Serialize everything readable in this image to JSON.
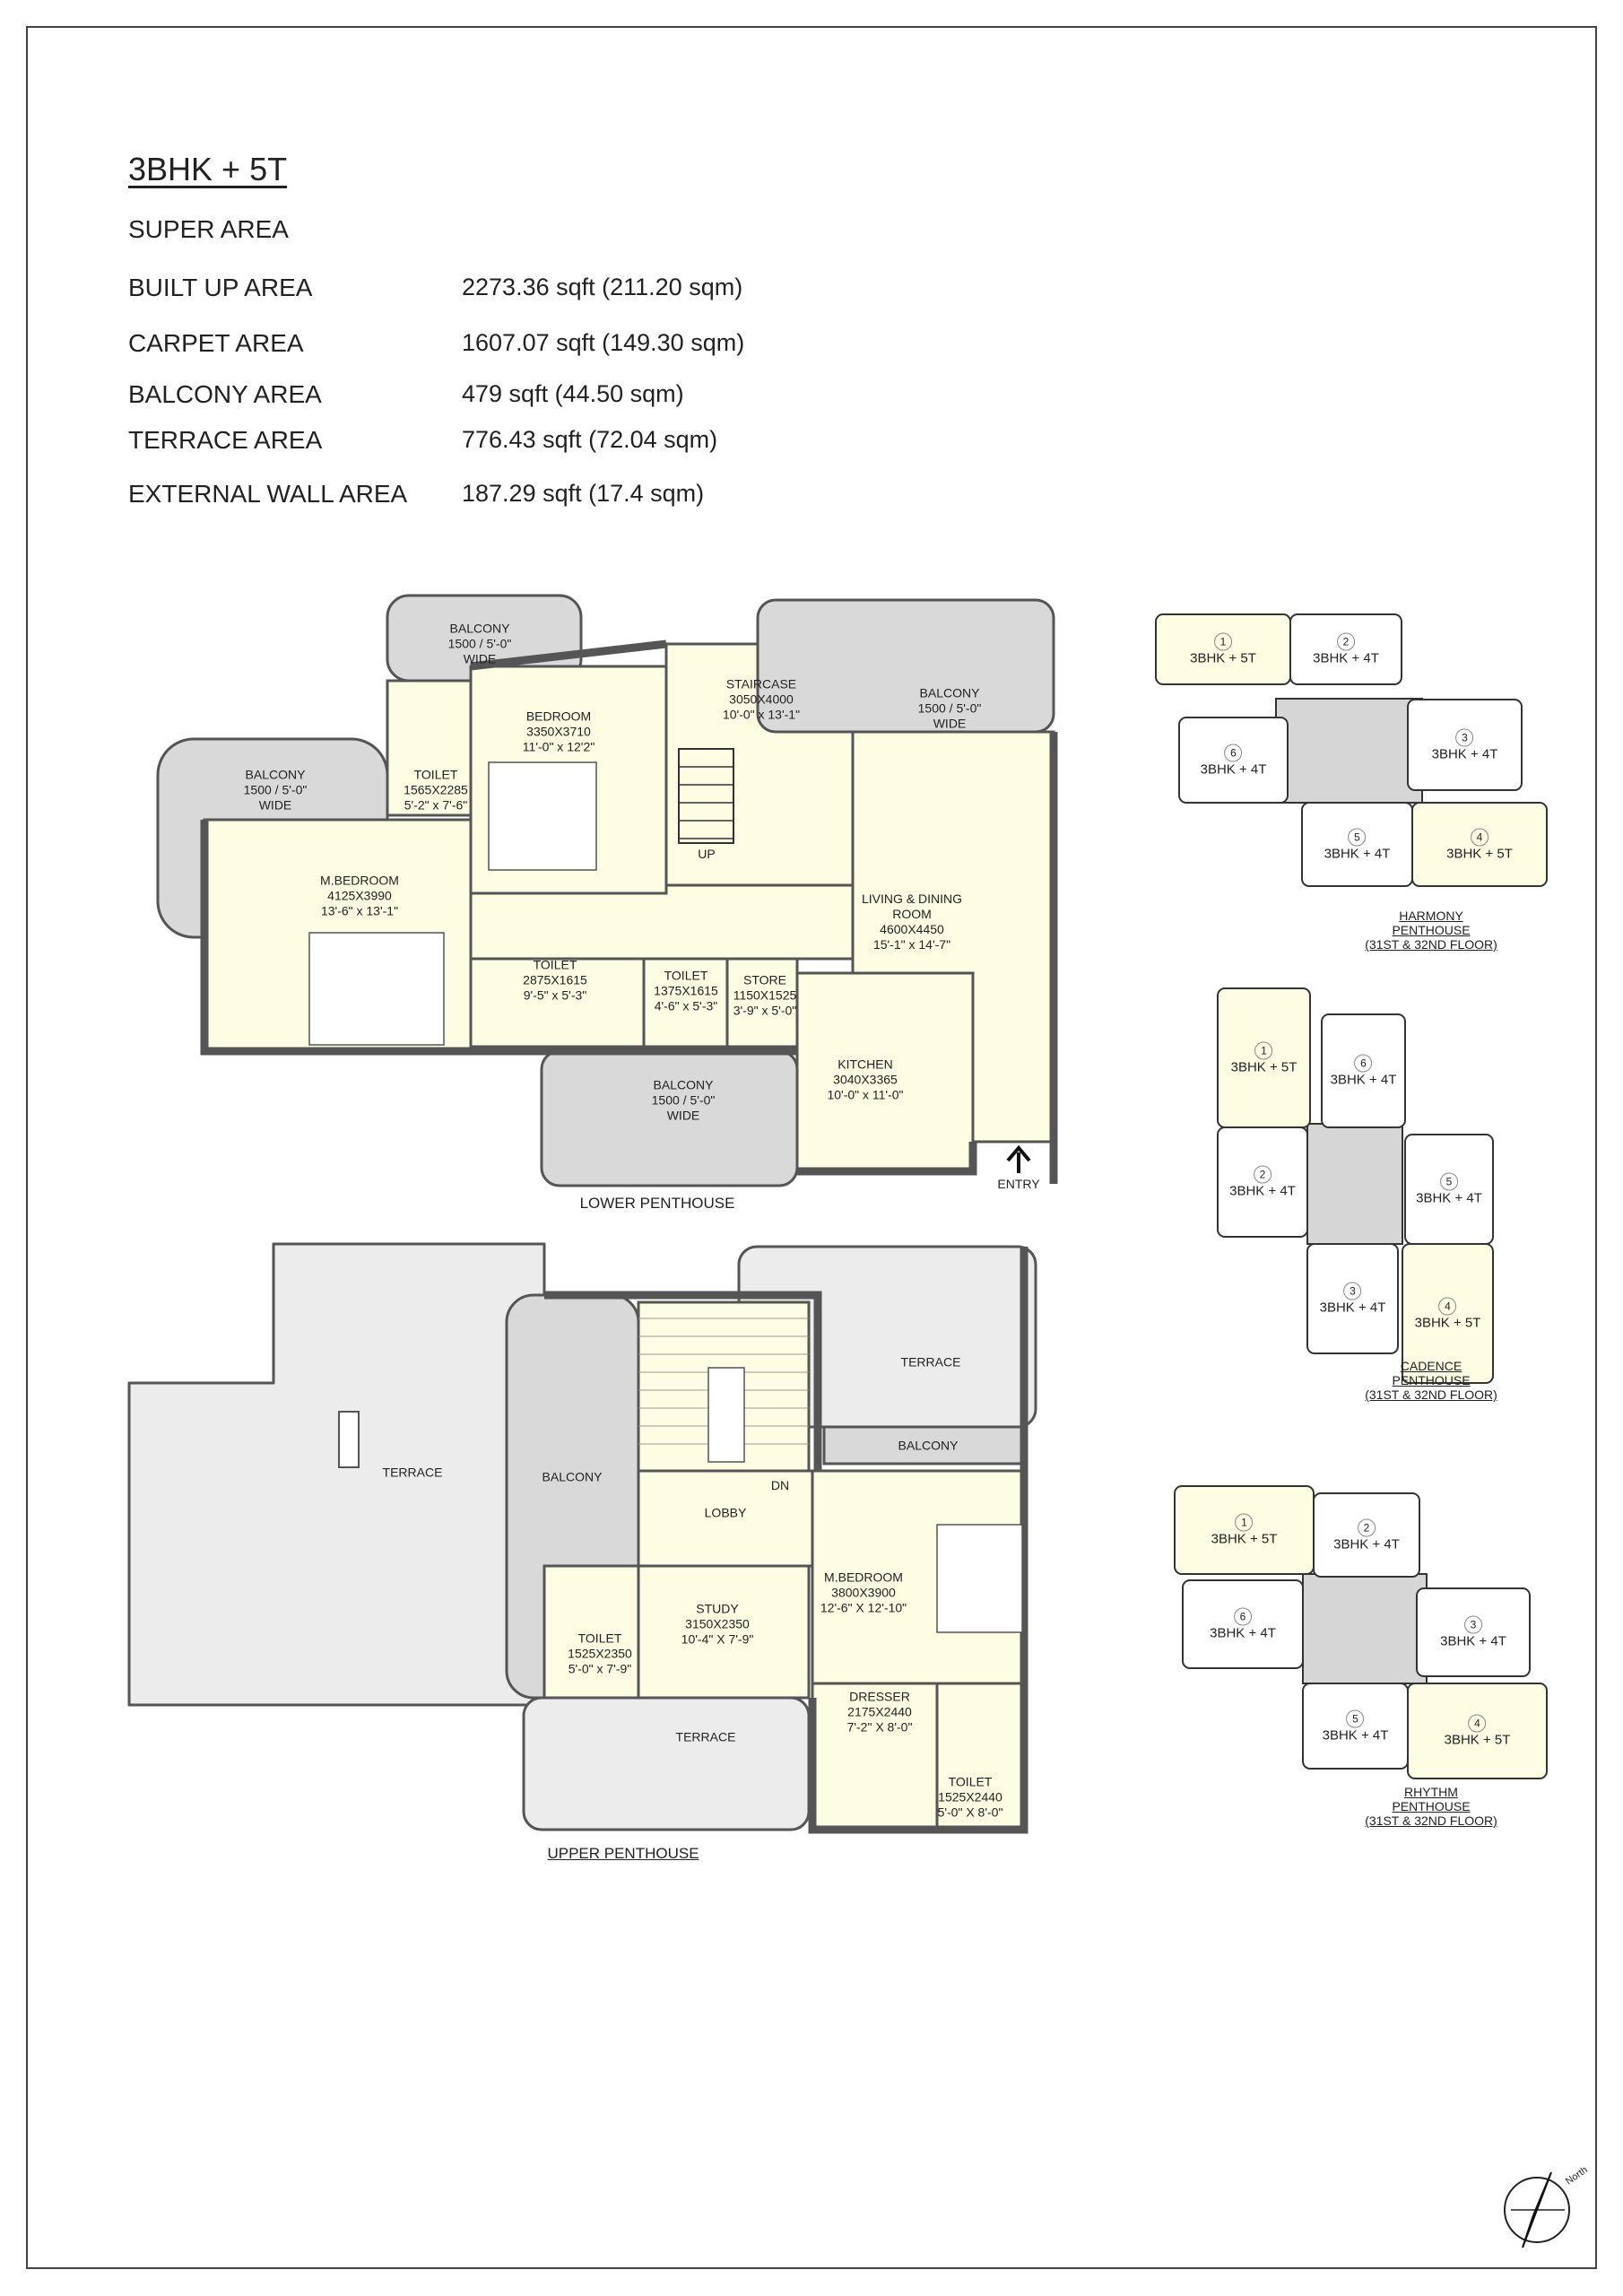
{
  "unit_title": "3BHK + 5T",
  "areas": [
    {
      "label": "SUPER  AREA",
      "value": ""
    },
    {
      "label": "BUILT UP  AREA",
      "value": "2273.36 sqft (211.20 sqm)"
    },
    {
      "label": "CARPET AREA",
      "value": "1607.07 sqft (149.30 sqm)"
    },
    {
      "label": "BALCONY  AREA",
      "value": "479 sqft (44.50 sqm)"
    },
    {
      "label": "TERRACE  AREA",
      "value": "776.43 sqft (72.04 sqm)"
    },
    {
      "label": "EXTERNAL WALL  AREA",
      "value": "187.29 sqft (17.4 sqm)"
    }
  ],
  "lower_penthouse": {
    "title": "LOWER PENTHOUSE",
    "up_label": "UP",
    "entry_label": "ENTRY",
    "rooms": [
      {
        "lines": [
          "BALCONY",
          "1500 / 5'-0\"",
          "WIDE"
        ]
      },
      {
        "lines": [
          "BEDROOM",
          "3350X3710",
          "11'-0\" x 12'2\""
        ]
      },
      {
        "lines": [
          "TOILET",
          "1565X2285",
          "5'-2\" x 7'-6\""
        ]
      },
      {
        "lines": [
          "BALCONY",
          "1500 / 5'-0\"",
          "WIDE"
        ]
      },
      {
        "lines": [
          "M.BEDROOM",
          "4125X3990",
          "13'-6\" x 13'-1\""
        ]
      },
      {
        "lines": [
          "STAIRCASE",
          "3050X4000",
          "10'-0\" x 13'-1\""
        ]
      },
      {
        "lines": [
          "BALCONY",
          "1500 / 5'-0\"",
          "WIDE"
        ]
      },
      {
        "lines": [
          "LIVING & DINING",
          "ROOM",
          "4600X4450",
          "15'-1\" x 14'-7\""
        ]
      },
      {
        "lines": [
          "TOILET",
          "2875X1615",
          "9'-5\" x 5'-3\""
        ]
      },
      {
        "lines": [
          "TOILET",
          "1375X1615",
          "4'-6\" x 5'-3\""
        ]
      },
      {
        "lines": [
          "STORE",
          "1150X1525",
          "3'-9\" x 5'-0\""
        ]
      },
      {
        "lines": [
          "BALCONY",
          "1500 / 5'-0\"",
          "WIDE"
        ]
      },
      {
        "lines": [
          "KITCHEN",
          "3040X3365",
          "10'-0\" x 11'-0\""
        ]
      }
    ]
  },
  "upper_penthouse": {
    "title": "UPPER PENTHOUSE",
    "dn_label": "DN",
    "rooms": [
      {
        "lines": [
          "TERRACE"
        ]
      },
      {
        "lines": [
          "BALCONY"
        ]
      },
      {
        "lines": [
          "TERRACE"
        ]
      },
      {
        "lines": [
          "BALCONY"
        ]
      },
      {
        "lines": [
          "LOBBY"
        ]
      },
      {
        "lines": [
          "STUDY",
          "3150X2350",
          "10'-4\" X 7'-9\""
        ]
      },
      {
        "lines": [
          "TOILET",
          "1525X2350",
          "5'-0\" x 7'-9\""
        ]
      },
      {
        "lines": [
          "M.BEDROOM",
          "3800X3900",
          "12'-6\" X 12'-10\""
        ]
      },
      {
        "lines": [
          "DRESSER",
          "2175X2440",
          "7'-2\" X 8'-0\""
        ]
      },
      {
        "lines": [
          "TOILET",
          "1525X2440",
          "5'-0\" X 8'-0\""
        ]
      },
      {
        "lines": [
          "TERRACE"
        ]
      }
    ]
  },
  "key_plans": [
    {
      "title": [
        "HARMONY",
        "PENTHOUSE",
        "(31ST & 32ND FLOOR)"
      ],
      "units": [
        {
          "num": "1",
          "type": "3BHK + 5T",
          "highlight": true
        },
        {
          "num": "2",
          "type": "3BHK + 4T",
          "highlight": false
        },
        {
          "num": "6",
          "type": "3BHK + 4T",
          "highlight": false
        },
        {
          "num": "3",
          "type": "3BHK + 4T",
          "highlight": false
        },
        {
          "num": "5",
          "type": "3BHK + 4T",
          "highlight": false
        },
        {
          "num": "4",
          "type": "3BHK + 5T",
          "highlight": true
        }
      ]
    },
    {
      "title": [
        "CADENCE",
        "PENTHOUSE",
        "(31ST & 32ND FLOOR)"
      ],
      "units": [
        {
          "num": "1",
          "type": "3BHK + 5T",
          "highlight": true
        },
        {
          "num": "6",
          "type": "3BHK + 4T",
          "highlight": false
        },
        {
          "num": "2",
          "type": "3BHK + 4T",
          "highlight": false
        },
        {
          "num": "5",
          "type": "3BHK + 4T",
          "highlight": false
        },
        {
          "num": "3",
          "type": "3BHK + 4T",
          "highlight": false
        },
        {
          "num": "4",
          "type": "3BHK + 5T",
          "highlight": true
        }
      ]
    },
    {
      "title": [
        "RHYTHM",
        "PENTHOUSE",
        "(31ST & 32ND FLOOR)"
      ],
      "units": [
        {
          "num": "1",
          "type": "3BHK + 5T",
          "highlight": true
        },
        {
          "num": "2",
          "type": "3BHK + 4T",
          "highlight": false
        },
        {
          "num": "6",
          "type": "3BHK + 4T",
          "highlight": false
        },
        {
          "num": "3",
          "type": "3BHK + 4T",
          "highlight": false
        },
        {
          "num": "5",
          "type": "3BHK + 4T",
          "highlight": false
        },
        {
          "num": "4",
          "type": "3BHK + 5T",
          "highlight": true
        }
      ]
    }
  ],
  "compass": {
    "label": "North"
  },
  "colors": {
    "room": "#fdfde4",
    "balcony": "#d9d9d9",
    "terrace": "#ececec",
    "wall": "#555555",
    "core": "#d6d6d6"
  }
}
